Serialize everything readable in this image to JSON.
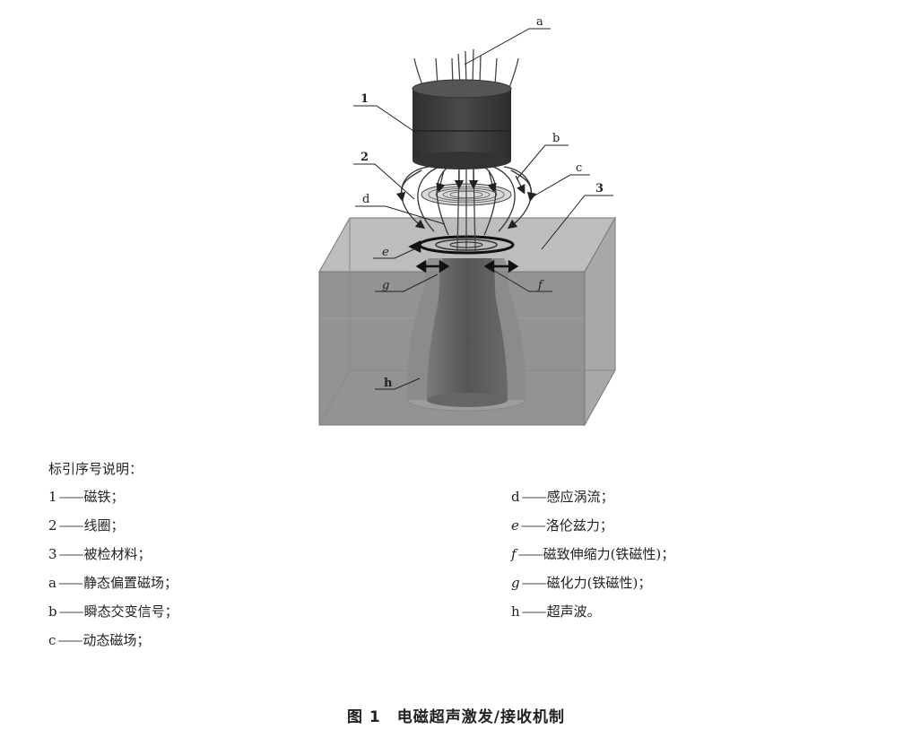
{
  "callouts": {
    "label_1": "1",
    "label_2": "2",
    "label_3": "3",
    "label_a": "a",
    "label_b": "b",
    "label_c": "c",
    "label_d": "d",
    "label_e": "e",
    "label_f": "f",
    "label_g": "g",
    "label_h": "h"
  },
  "legend": {
    "heading": "标引序号说明：",
    "dash": "——",
    "left": [
      {
        "key": "1",
        "text": "磁铁；",
        "italic": false
      },
      {
        "key": "2",
        "text": "线圈；",
        "italic": false
      },
      {
        "key": "3",
        "text": "被检材料；",
        "italic": false
      },
      {
        "key": "a",
        "text": "静态偏置磁场；",
        "italic": false
      },
      {
        "key": "b",
        "text": "瞬态交变信号；",
        "italic": false
      },
      {
        "key": "c",
        "text": "动态磁场；",
        "italic": false
      }
    ],
    "right": [
      {
        "key": "d",
        "text": "感应涡流；",
        "italic": false
      },
      {
        "key": "e",
        "text": "洛伦兹力；",
        "italic": true
      },
      {
        "key": "f",
        "text": "磁致伸缩力(铁磁性)；",
        "italic": true
      },
      {
        "key": "g",
        "text": "磁化力(铁磁性)；",
        "italic": true
      },
      {
        "key": "h",
        "text": "超声波。",
        "italic": false
      }
    ]
  },
  "caption": "图 1　电磁超声激发/接收机制",
  "colors": {
    "magnet": "#3e3e3e",
    "block_top": "#b8b8b8",
    "block_front": "#8f8f8f",
    "block_side": "#a4a4a4",
    "wave": "#606060"
  }
}
